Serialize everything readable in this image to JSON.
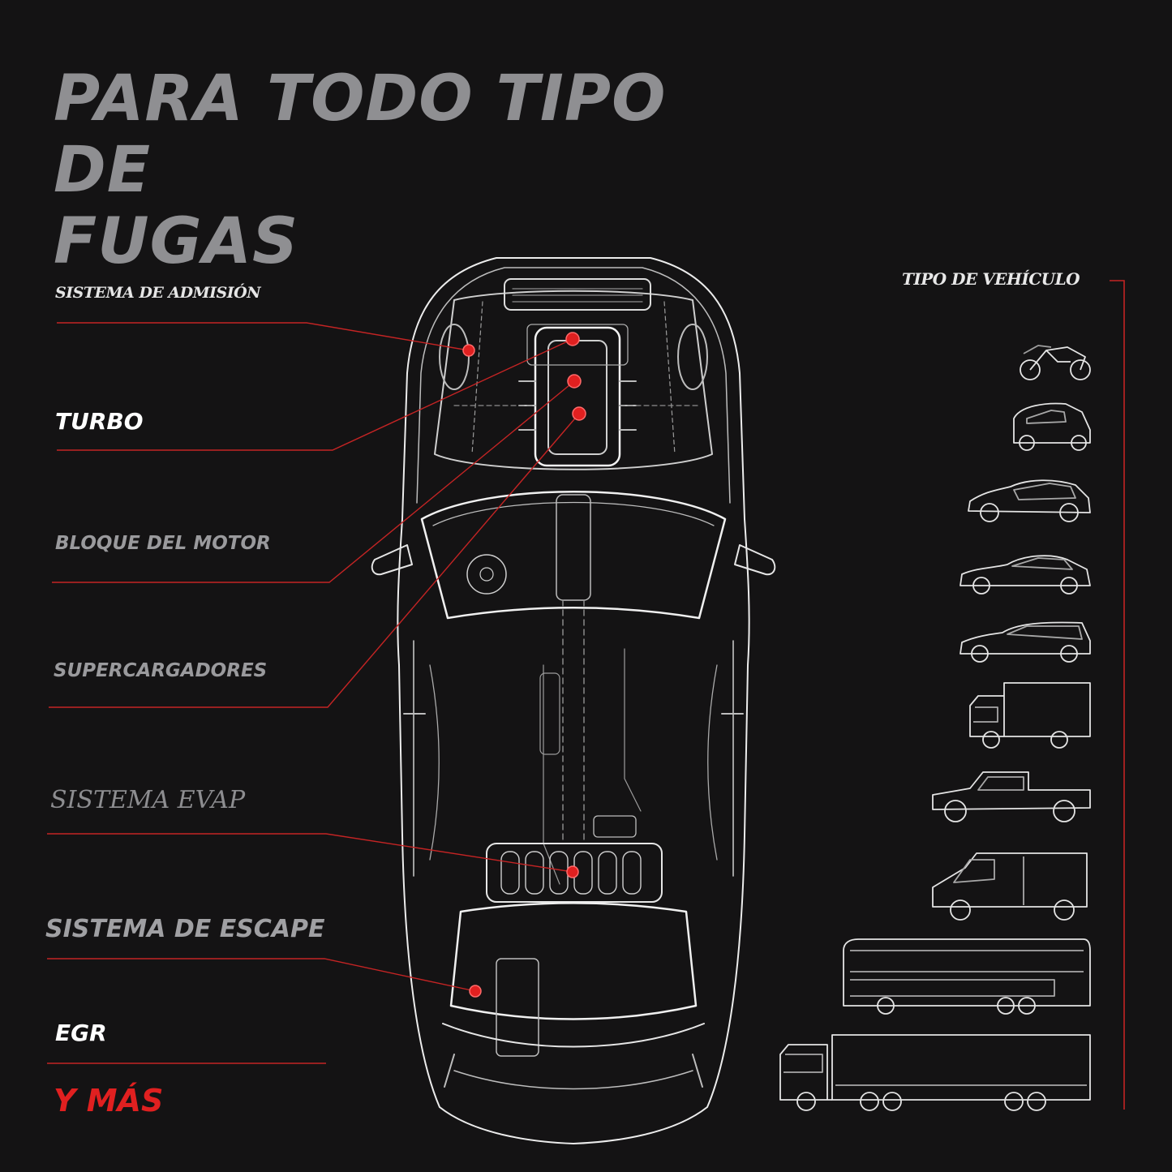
{
  "title": {
    "line1": "PARA TODO TIPO DE",
    "line2": "FUGAS"
  },
  "leak_types": [
    {
      "label": "SISTEMA DE ADMISIÓN",
      "color": "#e6e6e6"
    },
    {
      "label": "TURBO",
      "color": "#ffffff"
    },
    {
      "label": "BLOQUE DEL MOTOR",
      "color": "#9a9a9d"
    },
    {
      "label": "SUPERCARGADORES",
      "color": "#9a9a9d"
    },
    {
      "label": "SISTEMA EVAP",
      "color": "#8d8d90"
    },
    {
      "label": "SISTEMA DE ESCAPE",
      "color": "#a0a0a3"
    },
    {
      "label": "EGR",
      "color": "#ffffff"
    },
    {
      "label": "Y MÁS",
      "color": "#e02020"
    }
  ],
  "vehicle_section": {
    "title": "TIPO DE VEHÍCULO",
    "vehicles": [
      "motorcycle-icon",
      "microcar-icon",
      "hatchback-icon",
      "sedan-icon",
      "station-wagon-icon",
      "box-truck-icon",
      "pickup-truck-icon",
      "cargo-van-icon",
      "double-decker-bus-icon",
      "semi-truck-icon"
    ]
  },
  "colors": {
    "background": "#141314",
    "accent": "#e02020",
    "line": "#ececec",
    "title": "#8f8f92"
  }
}
